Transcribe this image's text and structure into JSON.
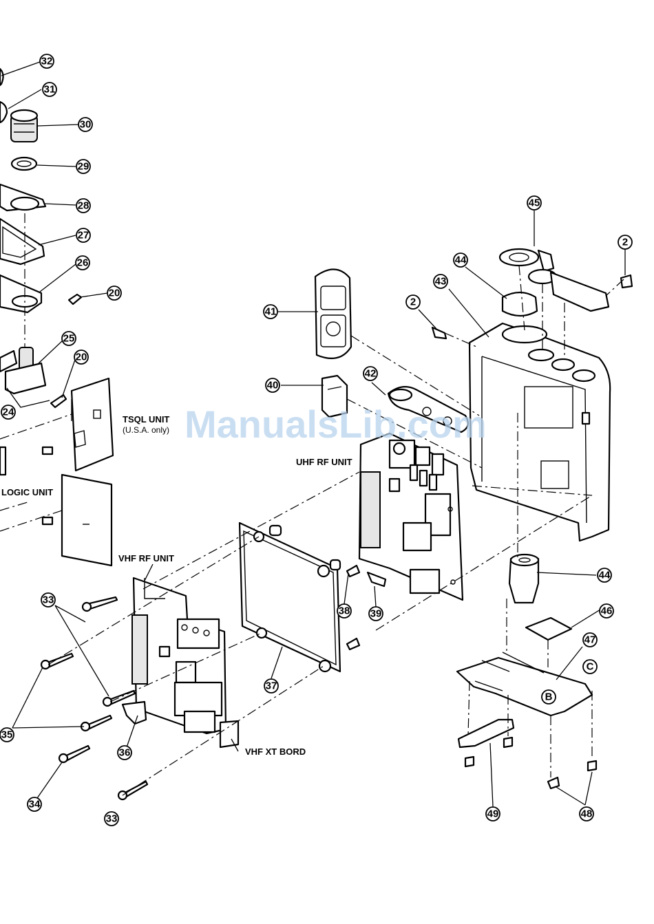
{
  "watermark": "ManualsLib.com",
  "labels": {
    "tsql": "TSQL UNIT",
    "tsql_note": "(U.S.A. only)",
    "logic": "LOGIC UNIT",
    "uhf_rf": "UHF RF UNIT",
    "vhf_rf": "VHF RF UNIT",
    "vhf_xt": "VHF XT BORD"
  },
  "callouts": [
    "32",
    "31",
    "30",
    "29",
    "28",
    "27",
    "26",
    "20",
    "25",
    "20",
    "24",
    "41",
    "40",
    "42",
    "2",
    "43",
    "44",
    "45",
    "2",
    "44",
    "46",
    "47",
    "B",
    "C",
    "37",
    "38",
    "39",
    "33",
    "35",
    "33",
    "36",
    "34",
    "33",
    "49",
    "48"
  ]
}
